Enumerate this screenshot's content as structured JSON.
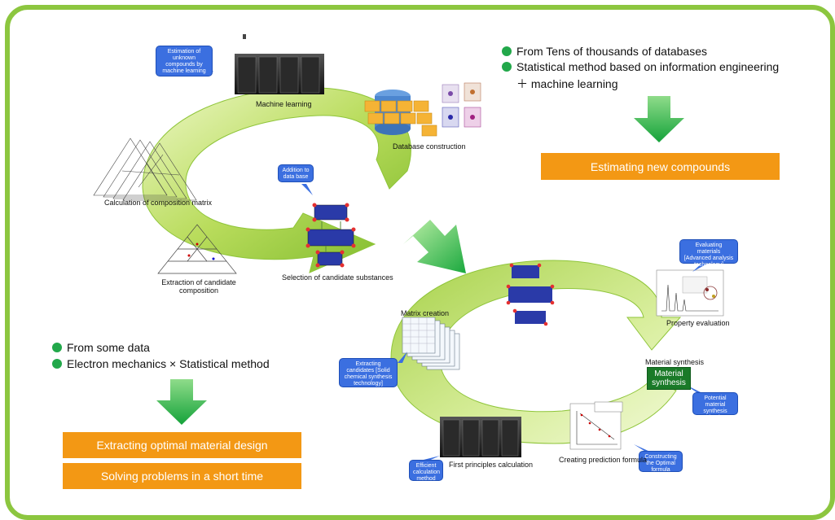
{
  "top_cycle": {
    "machine_learning": "Machine learning",
    "database_construction": "Database construction",
    "calc_composition_matrix": "Calculation of composition matrix",
    "extraction_candidate": "Extraction of candidate composition",
    "selection_candidate": "Selection of candidate substances",
    "callout_estimation": "Estimation of unknown compounds by machine learning",
    "callout_addition": "Addition to data base"
  },
  "top_right": {
    "bullet1": "From Tens of thousands of databases",
    "bullet2": "Statistical method based on information engineering",
    "bullet2b": "＋ machine learning",
    "result": "Estimating new compounds"
  },
  "bottom_left": {
    "bullet1": "From some data",
    "bullet2": "Electron mechanics  ×  Statistical method",
    "result1": "Extracting optimal material design",
    "result2": "Solving problems in a short time"
  },
  "bottom_cycle": {
    "matrix_creation": "Matrix creation",
    "callout_extracting": "Extracting candidates [Solid chemical synthesis technology]",
    "first_principles": "First principles calculation",
    "callout_efficient": "Efficient calculation method",
    "creating_formula": "Creating prediction formula",
    "callout_constructing": "Constructing the Optimal formula",
    "material_synthesis_label": "Material synthesis",
    "material_synthesis_box": "Material synthesis",
    "callout_potential": "Potential material synthesis technology",
    "property_evaluation": "Property evaluation",
    "callout_evaluating": "Evaluating materials [Advanced analysis technology]"
  },
  "colors": {
    "frame": "#8cc63f",
    "cycle_light": "#d9ee9a",
    "cycle_dark": "#7ab828",
    "arrow_green": "#2bb34a",
    "orange": "#f39814",
    "callout_blue": "#3b6fe0",
    "dark_green_box": "#1a7a28"
  }
}
